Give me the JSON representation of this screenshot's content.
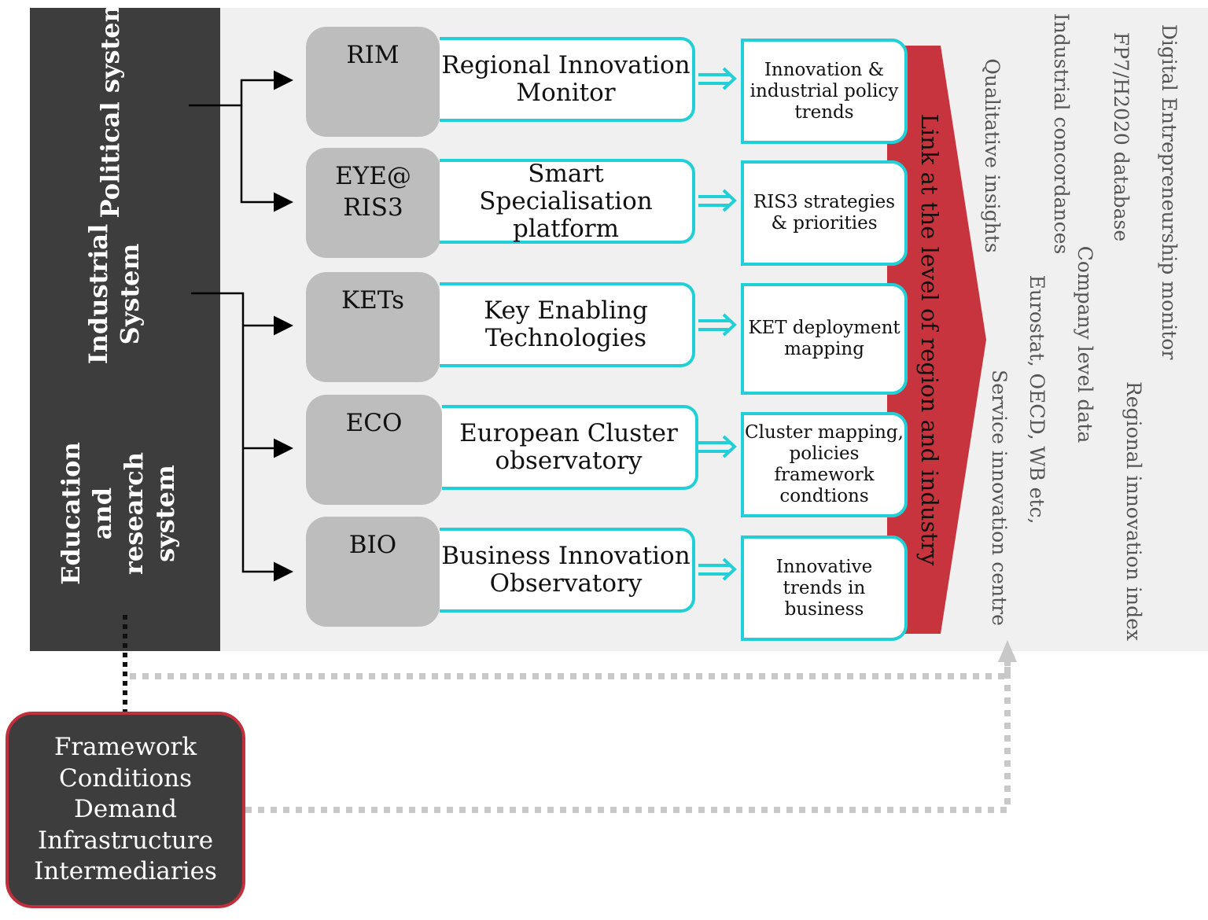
{
  "systems": {
    "political": "Political system",
    "industrial": "Industrial System",
    "education": "Education and research system"
  },
  "rows": [
    {
      "abbr": "RIM",
      "tool": "Regional Innovation Monitor",
      "output": "Innovation & industrial policy trends"
    },
    {
      "abbr": "EYE@ RIS3",
      "tool": "Smart Specialisation platform",
      "output": "RIS3 strategies & priorities"
    },
    {
      "abbr": "KETs",
      "tool": "Key Enabling Technologies",
      "output": "KET deployment mapping"
    },
    {
      "abbr": "ECO",
      "tool": "European Cluster observatory",
      "output": "Cluster mapping, policies framework condtions"
    },
    {
      "abbr": "BIO",
      "tool": "Business Innovation Observatory",
      "output": "Innovative trends in business"
    }
  ],
  "link_label": "Link at the level of region and industry",
  "sources": [
    "Qualitative insights",
    "Industrial concordances",
    "FP7/H2020 database",
    "Digital Entrepreneurship monitor",
    "Service innovation centre",
    "Eurostat, OECD, WB etc,",
    "Company level data",
    "Regional innovation index"
  ],
  "framework": [
    "Framework",
    "Conditions",
    "Demand",
    "Infrastructure",
    "Intermediaries"
  ],
  "colors": {
    "dark": "#3d3d3d",
    "teal": "#22cfd6",
    "red_arrow": "#c8343d",
    "grey_box": "#bdbdbd",
    "panel": "#f0f0f0"
  }
}
